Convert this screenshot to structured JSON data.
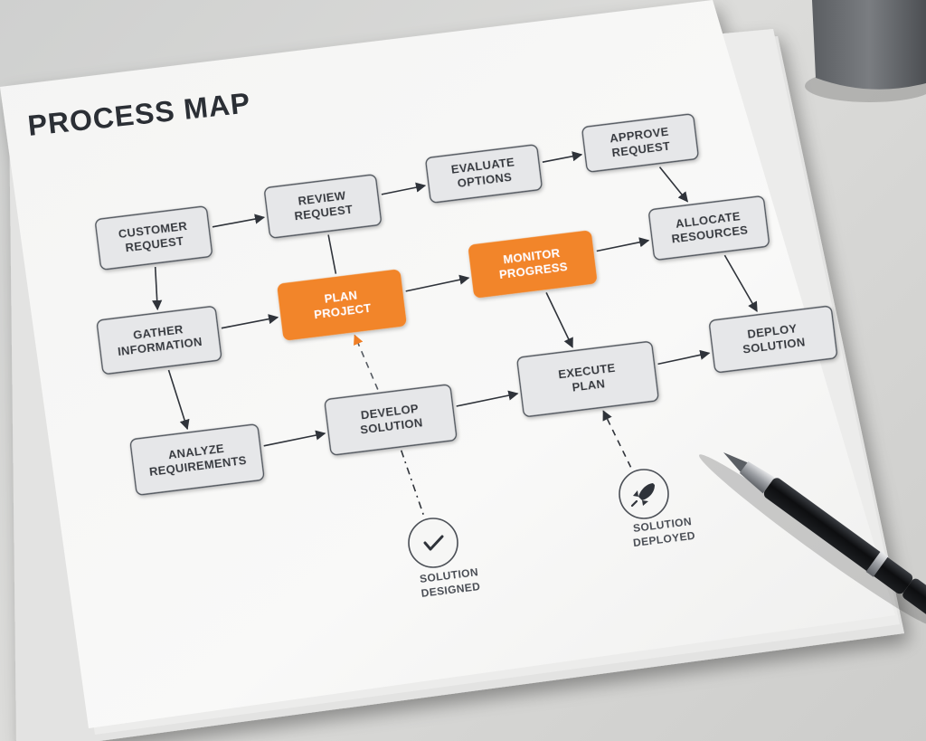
{
  "title": "PROCESS MAP",
  "colors": {
    "node_fill": "#e6e7e9",
    "node_stroke": "#50555c",
    "highlight_fill": "#f28529",
    "highlight_text": "#ffffff",
    "text": "#30343a",
    "arrow": "#2f333a",
    "dashed_arrow_orange": "#f07f25"
  },
  "nodes": {
    "customer_request": [
      "CUSTOMER",
      "REQUEST"
    ],
    "review_request": [
      "REVIEW",
      "REQUEST"
    ],
    "evaluate_options": [
      "EVALUATE",
      "OPTIONS"
    ],
    "approve_request": [
      "APPROVE",
      "REQUEST"
    ],
    "allocate_resources": [
      "ALLOCATE",
      "RESOURCES"
    ],
    "gather_information": [
      "GATHER",
      "INFORMATION"
    ],
    "plan_project": [
      "PLAN",
      "PROJECT"
    ],
    "monitor_progress": [
      "MONITOR",
      "PROGRESS"
    ],
    "deploy_solution": [
      "DEPLOY",
      "SOLUTION"
    ],
    "execute_plan": [
      "EXECUTE",
      "PLAN"
    ],
    "develop_solution": [
      "DEVELOP",
      "SOLUTION"
    ],
    "analyze_requirements": [
      "ANALYZE",
      "REQUIREMENTS"
    ]
  },
  "highlighted": [
    "plan_project",
    "monitor_progress"
  ],
  "milestones": {
    "solution_designed": {
      "label": [
        "SOLUTION",
        "DESIGNED"
      ],
      "icon": "check-icon"
    },
    "solution_deployed": {
      "label": [
        "SOLUTION",
        "DEPLOYED"
      ],
      "icon": "rocket-icon"
    }
  },
  "edges": [
    {
      "from": "customer_request",
      "to": "review_request",
      "style": "solid"
    },
    {
      "from": "review_request",
      "to": "evaluate_options",
      "style": "solid"
    },
    {
      "from": "evaluate_options",
      "to": "approve_request",
      "style": "solid"
    },
    {
      "from": "approve_request",
      "to": "allocate_resources",
      "style": "solid"
    },
    {
      "from": "customer_request",
      "to": "gather_information",
      "style": "solid"
    },
    {
      "from": "gather_information",
      "to": "plan_project",
      "style": "solid"
    },
    {
      "from": "review_request",
      "to": "plan_project",
      "style": "line"
    },
    {
      "from": "plan_project",
      "to": "monitor_progress",
      "style": "solid"
    },
    {
      "from": "monitor_progress",
      "to": "allocate_resources",
      "style": "solid"
    },
    {
      "from": "allocate_resources",
      "to": "deploy_solution",
      "style": "solid"
    },
    {
      "from": "monitor_progress",
      "to": "execute_plan",
      "style": "solid"
    },
    {
      "from": "execute_plan",
      "to": "deploy_solution",
      "style": "solid"
    },
    {
      "from": "gather_information",
      "to": "analyze_requirements",
      "style": "solid"
    },
    {
      "from": "analyze_requirements",
      "to": "develop_solution",
      "style": "solid"
    },
    {
      "from": "develop_solution",
      "to": "execute_plan",
      "style": "solid"
    },
    {
      "from": "develop_solution",
      "to": "plan_project",
      "style": "dashed-orange"
    },
    {
      "from": "solution_deployed",
      "to": "execute_plan",
      "style": "dashed"
    },
    {
      "from": "develop_solution",
      "to": "solution_designed",
      "style": "dash-dot"
    }
  ]
}
